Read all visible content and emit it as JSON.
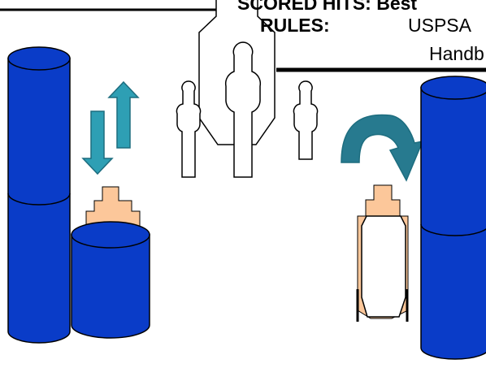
{
  "header": {
    "scored_hits_label": "SCORED HITS: Best",
    "rules_label": "RULES:",
    "rules_value": "USPSA",
    "rules_value_line2": "Handb"
  },
  "colors": {
    "barrel_fill": "#0a3cc8",
    "barrel_stroke": "#000000",
    "target_fill": "#ffffff",
    "popper_fill": "#fcc79a",
    "arrow_fill": "#2e9fb4",
    "arrow_stroke": "#1d6d7f",
    "arc_arrow_fill": "#277a8f"
  },
  "icons": {
    "left_arrows": "up-down-arrows-icon",
    "right_arrow": "curved-arrow-icon"
  }
}
